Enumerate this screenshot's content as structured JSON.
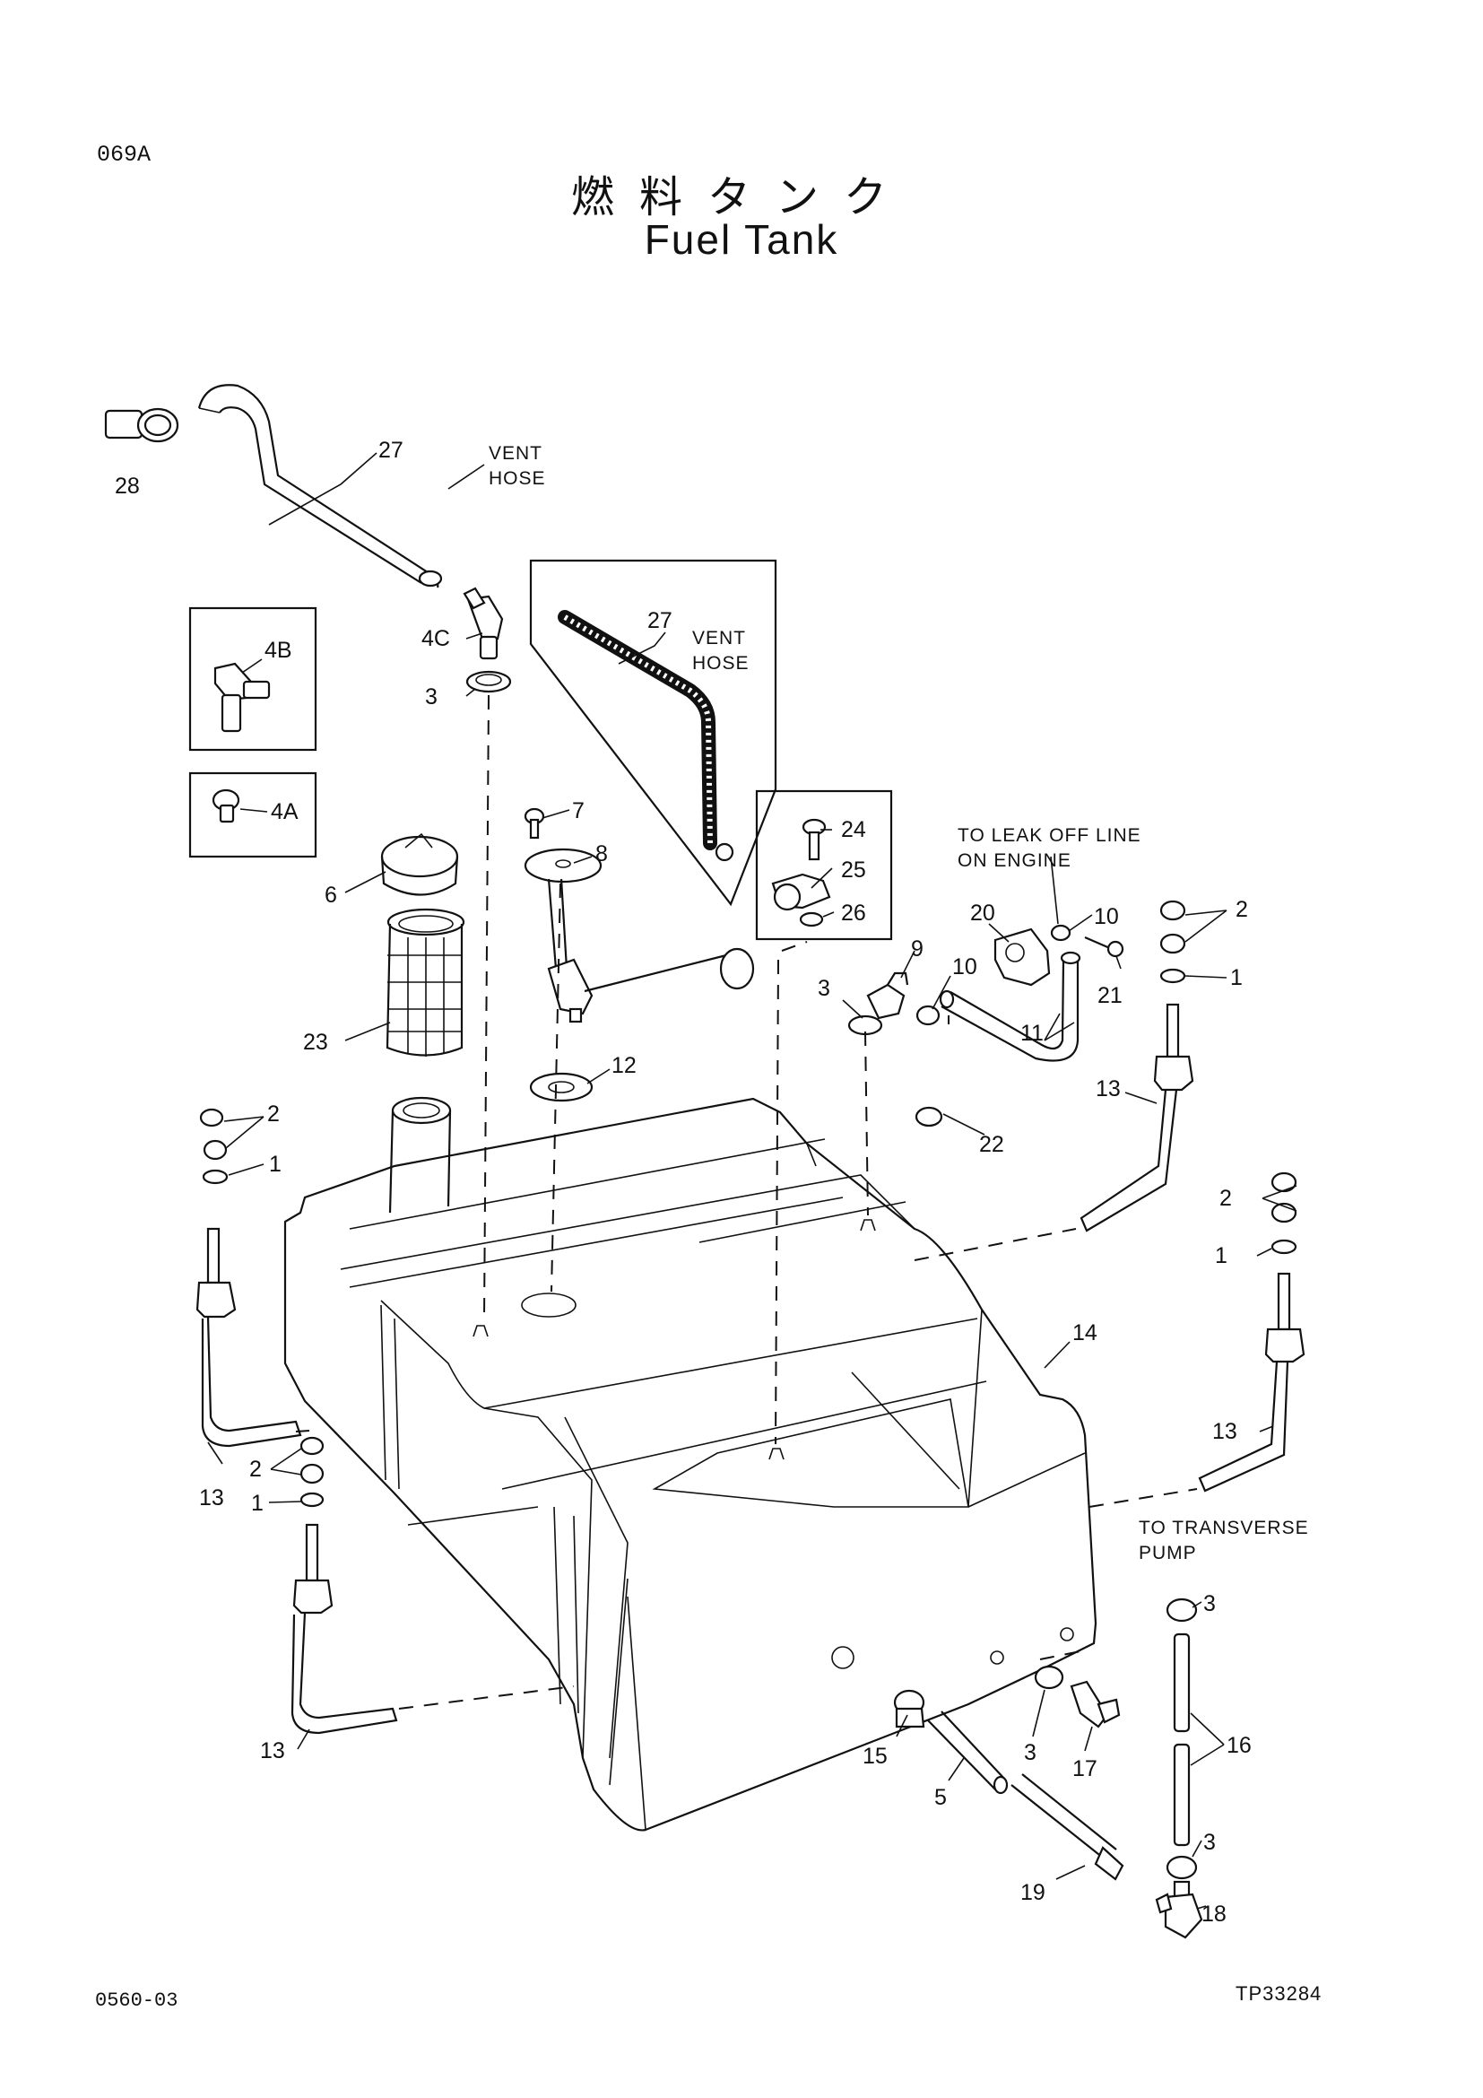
{
  "header": {
    "page_code": "069A",
    "title_jp": "燃料タンク",
    "title_en": "Fuel Tank"
  },
  "footer": {
    "left_code": "0560-03",
    "right_code": "TP33284"
  },
  "notes": {
    "vent_hose_line1": "VENT",
    "vent_hose_line2": "HOSE",
    "leak_off_line1": "TO LEAK OFF LINE",
    "leak_off_line2": "ON ENGINE",
    "transverse_line1": "TO TRANSVERSE",
    "transverse_line2": "PUMP"
  },
  "labels": {
    "p27": "27",
    "p28": "28",
    "p4c": "4C",
    "p4b": "4B",
    "p4a": "4A",
    "p3": "3",
    "p6": "6",
    "p7": "7",
    "p8": "8",
    "p23": "23",
    "p12": "12",
    "p24": "24",
    "p25": "25",
    "p26": "26",
    "p9": "9",
    "p10": "10",
    "p20": "20",
    "p21": "21",
    "p11": "11",
    "p22": "22",
    "p2": "2",
    "p1": "1",
    "p13": "13",
    "p14": "14",
    "p15": "15",
    "p5": "5",
    "p17": "17",
    "p16": "16",
    "p19": "19",
    "p18": "18"
  }
}
